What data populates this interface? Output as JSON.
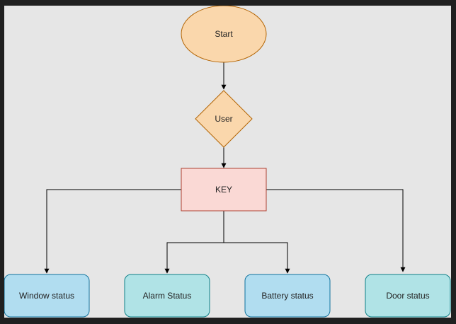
{
  "diagram": {
    "nodes": {
      "start": "Start",
      "user": "User",
      "key": "KEY",
      "window": "Window status",
      "alarm": "Alarm Status",
      "battery": "Battery status",
      "door": "Door status"
    },
    "colors": {
      "terminal_fill": "#fad7ac",
      "terminal_stroke": "#b46504",
      "key_fill": "#fad9d5",
      "key_stroke": "#ae4132",
      "blue_fill": "#b1ddf0",
      "blue_stroke": "#10739e",
      "teal_fill": "#b0e3e6",
      "teal_stroke": "#0e8088",
      "canvas": "#e6e6e6"
    }
  }
}
